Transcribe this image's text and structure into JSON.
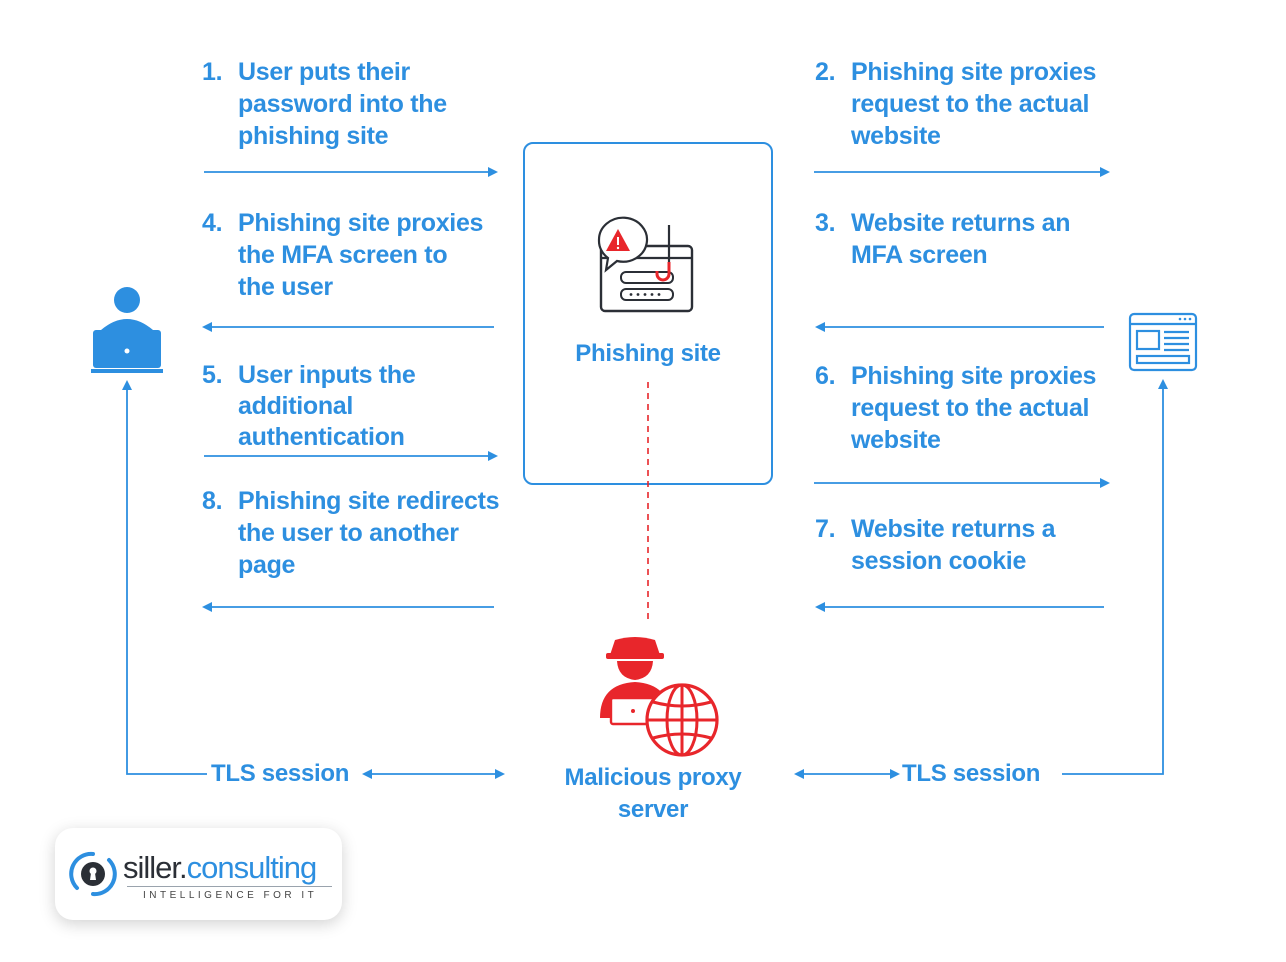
{
  "steps": [
    {
      "num": "1.",
      "lines": [
        "User puts their",
        "password into the",
        "phishing site"
      ]
    },
    {
      "num": "2.",
      "lines": [
        "Phishing site proxies",
        "request to the actual",
        "website"
      ]
    },
    {
      "num": "3.",
      "lines": [
        "Website returns an",
        "MFA screen"
      ]
    },
    {
      "num": "4.",
      "lines": [
        "Phishing site proxies",
        "the MFA screen to",
        "the user"
      ]
    },
    {
      "num": "5.",
      "lines": [
        "User inputs the",
        "additional",
        "authentication"
      ]
    },
    {
      "num": "6.",
      "lines": [
        "Phishing site proxies",
        "request to the actual",
        "website"
      ]
    },
    {
      "num": "7.",
      "lines": [
        "Website returns a",
        "session cookie"
      ]
    },
    {
      "num": "8.",
      "lines": [
        "Phishing site redirects",
        "the user to another",
        "page"
      ]
    }
  ],
  "phishing_site_label": "Phishing site",
  "proxy_label": [
    "Malicious proxy",
    "server"
  ],
  "tls_left": "TLS session",
  "tls_right": "TLS session",
  "logo": {
    "name_part1": "siller.",
    "name_part2": "consulting",
    "tagline": "INTELLIGENCE FOR IT"
  },
  "colors": {
    "blue": "#2d8fe0",
    "red": "#e8262b",
    "dark": "#2b2f36"
  },
  "icons": [
    "user-laptop-icon",
    "phishing-hook-icon",
    "website-icon",
    "hacker-globe-icon",
    "padlock-logo-icon"
  ]
}
